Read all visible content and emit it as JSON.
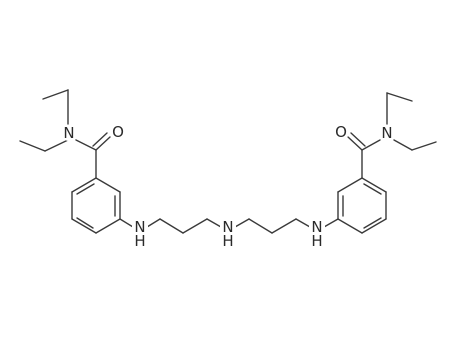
{
  "molecule": {
    "atoms": [
      {
        "id": "O1",
        "label": "O"
      },
      {
        "id": "N1",
        "label": "N"
      },
      {
        "id": "NH1",
        "label": "N\nH"
      },
      {
        "id": "NH2",
        "label": "N\nH"
      },
      {
        "id": "NH3",
        "label": "N\nH"
      },
      {
        "id": "O2",
        "label": "O"
      },
      {
        "id": "N2",
        "label": "N"
      }
    ]
  }
}
